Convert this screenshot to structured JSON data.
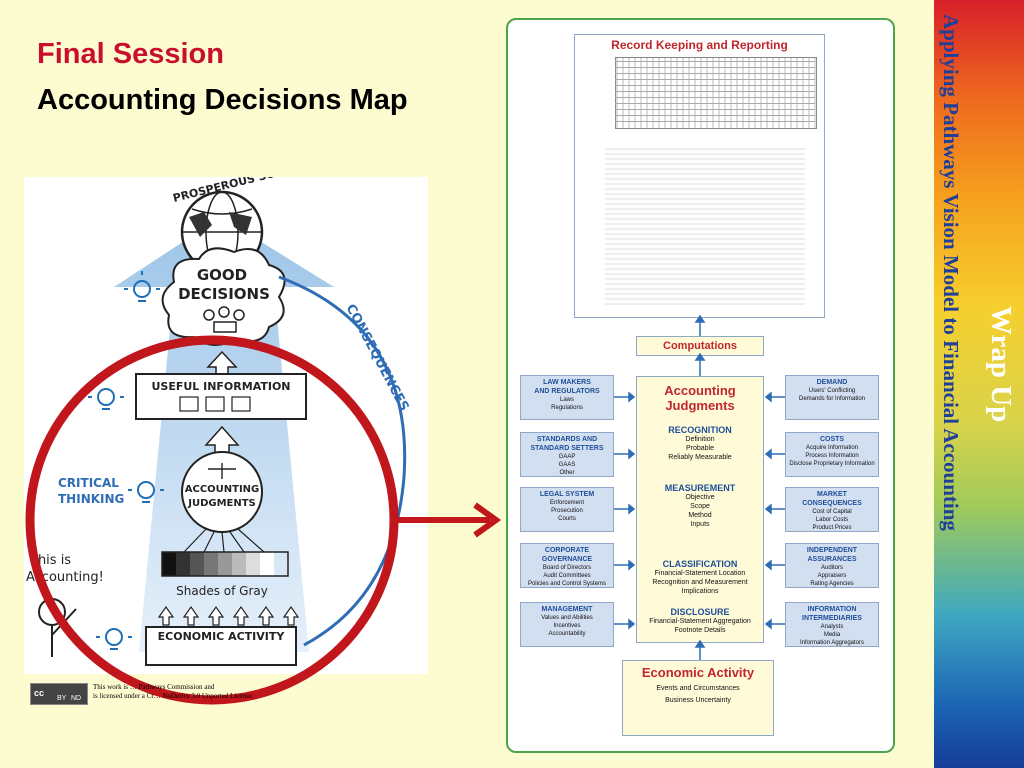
{
  "header": {
    "title": "Final Session",
    "subtitle": "Accounting Decisions Map"
  },
  "sketch": {
    "society": "PROSPEROUS SOCIETY",
    "good": "GOOD",
    "decisions": "DECISIONS",
    "consequences": "CONSEQUENCES",
    "useful": "USEFUL INFORMATION",
    "critical": "CRITICAL",
    "thinking": "THINKING",
    "accounting": "ACCOUNTING",
    "judgments": "JUDGMENTS",
    "this_is": "This is",
    "accounting_exclaim": "Accounting!",
    "shades": "Shades of Gray",
    "economic": "ECONOMIC ACTIVITY"
  },
  "license": {
    "line1": "This work is … Pathways Commission and",
    "line2": "is licensed under a Cr… NoDerivs 3.0 Unported License.",
    "cc": "cc",
    "by": "BY",
    "nd": "ND"
  },
  "map": {
    "record": "Record Keeping and Reporting",
    "computations": "Computations",
    "judgments": {
      "title1": "Accounting",
      "title2": "Judgments",
      "sections": [
        {
          "title": "RECOGNITION",
          "items": [
            "Definition",
            "Probable",
            "Reliably Measurable"
          ]
        },
        {
          "title": "MEASUREMENT",
          "items": [
            "Objective",
            "Scope",
            "Method",
            "Inputs"
          ]
        },
        {
          "title": "CLASSIFICATION",
          "items": [
            "Financial-Statement Location",
            "Recognition and Measurement",
            "Implications"
          ]
        },
        {
          "title": "DISCLOSURE",
          "items": [
            "Financial-Statement Aggregation",
            "Footnote Details"
          ]
        }
      ]
    },
    "economic": {
      "title": "Economic Activity",
      "items": [
        "Events and Circumstances",
        "Business Uncertainty"
      ]
    },
    "left": [
      {
        "title": [
          "LAW MAKERS",
          "AND REGULATORS"
        ],
        "items": [
          "Laws",
          "Regulations"
        ]
      },
      {
        "title": [
          "STANDARDS AND",
          "STANDARD SETTERS"
        ],
        "items": [
          "GAAP",
          "GAAS",
          "Other"
        ]
      },
      {
        "title": [
          "LEGAL SYSTEM"
        ],
        "items": [
          "Enforcement",
          "Prosecution",
          "Courts"
        ]
      },
      {
        "title": [
          "CORPORATE",
          "GOVERNANCE"
        ],
        "items": [
          "Board of Directors",
          "Audit Committees",
          "Policies and Control Systems"
        ]
      },
      {
        "title": [
          "MANAGEMENT"
        ],
        "items": [
          "Values and Abilities",
          "Incentives",
          "Accountability"
        ]
      }
    ],
    "right": [
      {
        "title": [
          "DEMAND"
        ],
        "items": [
          "Users' Conflicting",
          "Demands for Information"
        ]
      },
      {
        "title": [
          "COSTS"
        ],
        "items": [
          "Acquire Information",
          "Process Information",
          "Disclose Proprietary Information"
        ]
      },
      {
        "title": [
          "MARKET",
          "CONSEQUENCES"
        ],
        "items": [
          "Cost of Capital",
          "Labor Costs",
          "Product Prices"
        ]
      },
      {
        "title": [
          "INDEPENDENT",
          "ASSURANCES"
        ],
        "items": [
          "Auditors",
          "Appraisers",
          "Rating Agencies"
        ]
      },
      {
        "title": [
          "INFORMATION",
          "INTERMEDIARIES"
        ],
        "items": [
          "Analysts",
          "Media",
          "Information Aggregators"
        ]
      }
    ]
  },
  "sidebar": {
    "wrap": "Wrap Up",
    "course": "Applying Pathways Vision Model to Financial Accounting"
  },
  "colors": {
    "title_red": "#c8102e",
    "map_border": "#4ca54c",
    "circle_red": "#c0161c",
    "side_box": "#d2dff0",
    "center_box": "#fffbd8"
  }
}
